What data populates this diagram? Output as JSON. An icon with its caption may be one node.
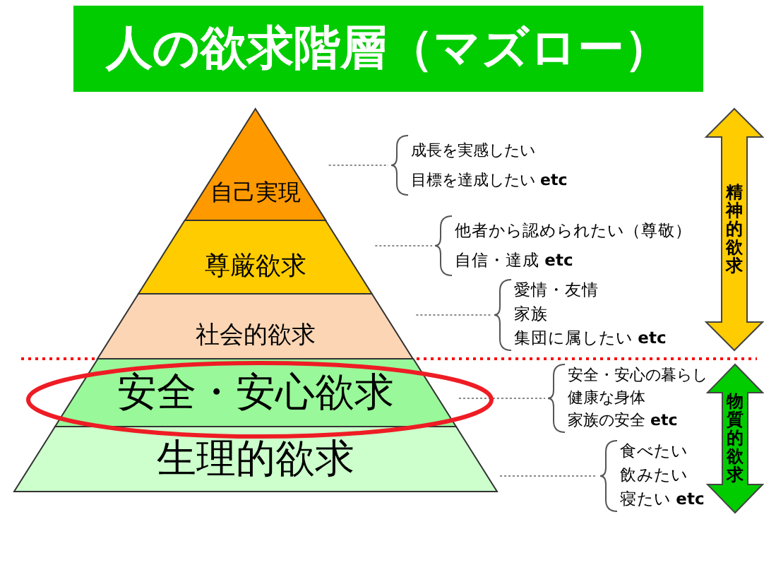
{
  "diagram": {
    "title": "人の欲求階層（マズロー）",
    "nodes": [
      {
        "text": [
          "自己実現"
        ]
      },
      {
        "text": [
          "尊厳欲求"
        ]
      },
      {
        "text": [
          "社会的欲求"
        ]
      },
      {
        "text": [
          "安全・安心欲求"
        ]
      },
      {
        "text": [
          "生理的欲求"
        ]
      },
      {
        "text": [
          "成長を実感したい",
          "目標を達成したい **etc**"
        ]
      },
      {
        "text": [
          "他者から認められたい（尊敬）",
          "自信・達成 **etc**"
        ]
      },
      {
        "text": [
          "愛情・友情",
          "家族",
          "集団に属したい **etc**"
        ]
      },
      {
        "text": [
          "安全・安心の暮らし",
          "健康な身体",
          "家族の安全 **etc**"
        ]
      },
      {
        "text": [
          "食べたい",
          "飲みたい",
          "寝たい **etc**"
        ]
      },
      {
        "text": [
          "精神的欲求"
        ]
      },
      {
        "text": [
          "物質的欲求"
        ]
      }
    ],
    "edges": [
      {
        "from": 0,
        "to": 5,
        "arrow": "none",
        "style": "dashed"
      },
      {
        "from": 1,
        "to": 6,
        "arrow": "none",
        "style": "dashed"
      },
      {
        "from": 2,
        "to": 7,
        "arrow": "none",
        "style": "dashed"
      },
      {
        "from": 3,
        "to": 8,
        "arrow": "none",
        "style": "dashed"
      },
      {
        "from": 4,
        "to": 9,
        "arrow": "none",
        "style": "dashed"
      }
    ]
  }
}
